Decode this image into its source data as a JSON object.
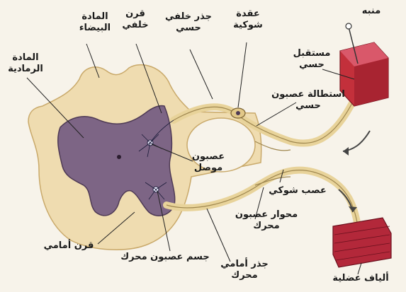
{
  "labels": {
    "white_matter": [
      "المادة",
      "البيضاء"
    ],
    "gray_matter": [
      "المادة",
      "الرمادية"
    ],
    "dorsal_horn": [
      "قرن",
      "خلفي"
    ],
    "dorsal_root": [
      "جذر خلفي",
      "حسي"
    ],
    "ganglion": [
      "عقدة",
      "شوكية"
    ],
    "stimulus": "منبه",
    "sensory_receptor": [
      "مستقبل",
      "حسي"
    ],
    "sensory_axon": [
      "استطالة عصبون",
      "حسي"
    ],
    "interneuron": [
      "عصبون",
      "موصل"
    ],
    "spinal_nerve": "عصب شوكي",
    "motor_axon": [
      "محوار عصبون",
      "محرك"
    ],
    "ventral_horn": "قرن أمامي",
    "motor_neuron_body": "جسم عصبون محرك",
    "ventral_root": [
      "جذر أمامي",
      "محرك"
    ],
    "muscle_fibers": "ألياف عضلية"
  },
  "colors": {
    "white_matter": "#efdcb0",
    "gray_matter": "#7d6585",
    "receptor": "#c3303b",
    "muscle": "#b3283a",
    "nerve": "#e8d39a"
  }
}
